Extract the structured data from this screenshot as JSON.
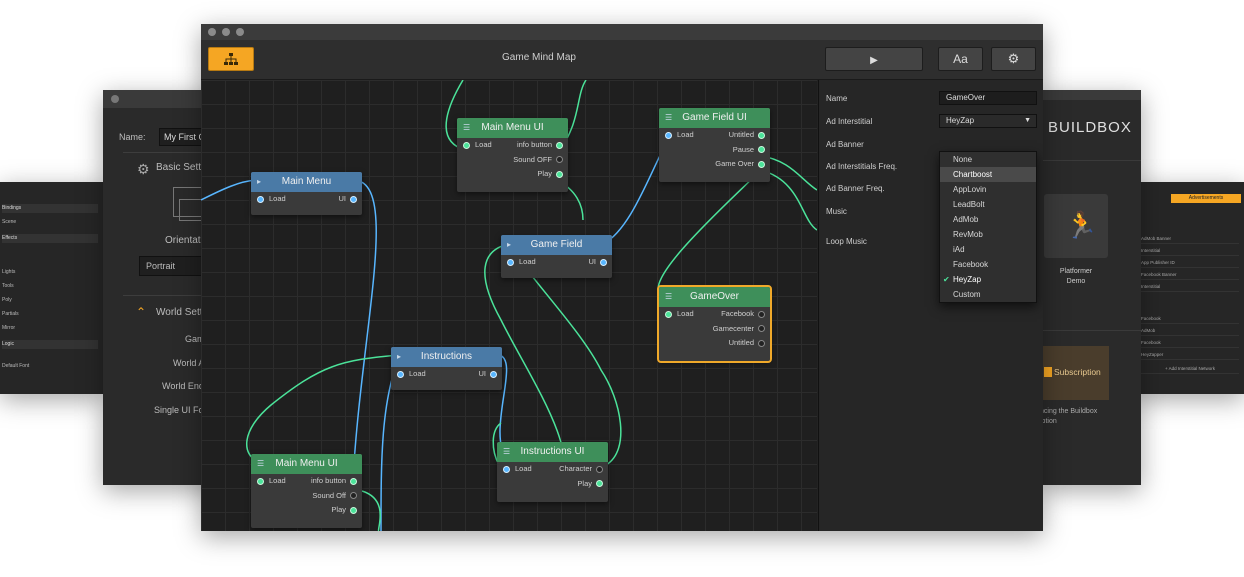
{
  "main_window": {
    "title": "Game Mind Map",
    "toolbar": {
      "mindmap_icon": "hierarchy-icon",
      "play_icon": "play-icon",
      "font_label": "Aa",
      "settings_icon": "gear-icon"
    }
  },
  "nodes": {
    "main_menu_1": {
      "title": "Main Menu",
      "in": "Load",
      "out": "UI"
    },
    "main_menu_ui_1": {
      "title": "Main Menu UI",
      "in": "Load",
      "outs": [
        "info button",
        "Sound OFF",
        "Play"
      ]
    },
    "game_field": {
      "title": "Game Field",
      "in": "Load",
      "out": "UI"
    },
    "game_field_ui": {
      "title": "Game Field UI",
      "in": "Load",
      "outs": [
        "Untitled",
        "Pause",
        "Game Over"
      ]
    },
    "game_over": {
      "title": "GameOver",
      "in": "Load",
      "outs": [
        "Facebook",
        "Gamecenter",
        "Untitled"
      ]
    },
    "instructions": {
      "title": "Instructions",
      "in": "Load",
      "out": "UI"
    },
    "instructions_ui": {
      "title": "Instructions UI",
      "in": "Load",
      "outs": [
        "Character",
        "Play"
      ]
    },
    "main_menu_ui_2": {
      "title": "Main Menu UI",
      "in": "Load",
      "outs": [
        "info button",
        "Sound Off",
        "Play"
      ]
    }
  },
  "panel": {
    "name_label": "Name",
    "name_value": "GameOver",
    "ad_interstitial_label": "Ad Interstitial",
    "ad_interstitial_value": "HeyZap",
    "ad_banner_label": "Ad Banner",
    "ad_interstitials_freq_label": "Ad Interstitials Freq.",
    "ad_banner_freq_label": "Ad Banner Freq.",
    "music_label": "Music",
    "loop_music_label": "Loop Music",
    "options": [
      "None",
      "Chartboost",
      "AppLovin",
      "LeadBolt",
      "AdMob",
      "RevMob",
      "iAd",
      "Facebook",
      "HeyZap",
      "Custom"
    ],
    "highlighted_option": "Chartboost",
    "selected_option": "HeyZap"
  },
  "left_window": {
    "name_label": "Name:",
    "name_value": "My First G",
    "basic_settings": "Basic Setti",
    "orientation": "Orientation",
    "portrait": "Portrait",
    "world_settings": "World Setti",
    "rows": [
      "Gam",
      "World A",
      "World End",
      "Single UI Fo"
    ]
  },
  "right_window": {
    "brand": "BUILDBOX",
    "demo_title": "Platformer",
    "demo_sub": "Demo",
    "subscription": "Subscription",
    "promo_line1": "ncing the Buildbox",
    "promo_line2": "iption"
  },
  "far_left_window": {
    "rows": [
      "Bindings",
      "Scene",
      "Effects",
      "Lights",
      "Tools",
      "Poly",
      "Partials",
      "Mirror",
      "Logic",
      "Default Font"
    ]
  },
  "far_right_window": {
    "tab": "Advertisements",
    "rows": [
      "AdMob Banner",
      "Interstitial",
      "App Publisher ID",
      "Facebook Banner",
      "Interstitial",
      "Facebook",
      "AdMob",
      "Facebook",
      "HeyZapper",
      "+ Add Interstitial Network"
    ]
  },
  "colors": {
    "accent": "#f5a623",
    "node_blue": "#4a7aa6",
    "node_green": "#3e8f5a",
    "wire_green": "#4be39a",
    "wire_blue": "#58b6ff"
  }
}
